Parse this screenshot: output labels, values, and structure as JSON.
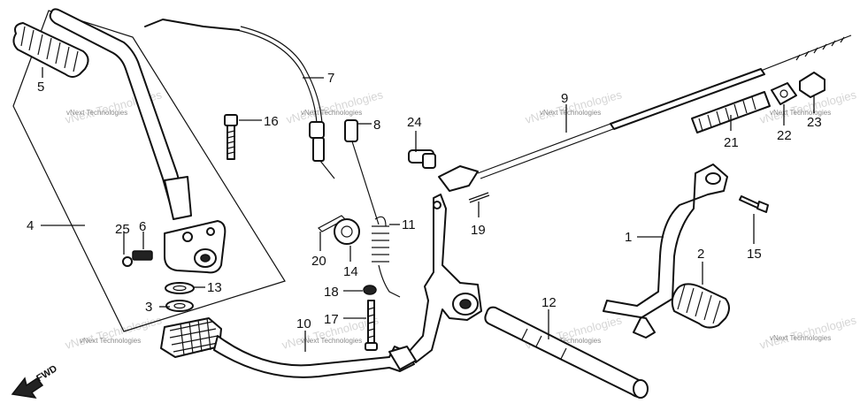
{
  "callouts": [
    {
      "id": "c5",
      "label": "5"
    },
    {
      "id": "c7",
      "label": "7"
    },
    {
      "id": "c16",
      "label": "16"
    },
    {
      "id": "c8",
      "label": "8"
    },
    {
      "id": "c24",
      "label": "24"
    },
    {
      "id": "c9",
      "label": "9"
    },
    {
      "id": "c21",
      "label": "21"
    },
    {
      "id": "c22",
      "label": "22"
    },
    {
      "id": "c23",
      "label": "23"
    },
    {
      "id": "c4",
      "label": "4"
    },
    {
      "id": "c25",
      "label": "25"
    },
    {
      "id": "c6",
      "label": "6"
    },
    {
      "id": "c20",
      "label": "20"
    },
    {
      "id": "c11",
      "label": "11"
    },
    {
      "id": "c14",
      "label": "14"
    },
    {
      "id": "c19",
      "label": "19"
    },
    {
      "id": "c1",
      "label": "1"
    },
    {
      "id": "c2",
      "label": "2"
    },
    {
      "id": "c15",
      "label": "15"
    },
    {
      "id": "c13",
      "label": "13"
    },
    {
      "id": "c3",
      "label": "3"
    },
    {
      "id": "c18",
      "label": "18"
    },
    {
      "id": "c17",
      "label": "17"
    },
    {
      "id": "c12",
      "label": "12"
    },
    {
      "id": "c10",
      "label": "10"
    }
  ],
  "watermark": "vNext Technologies",
  "direction_label": "FWD"
}
